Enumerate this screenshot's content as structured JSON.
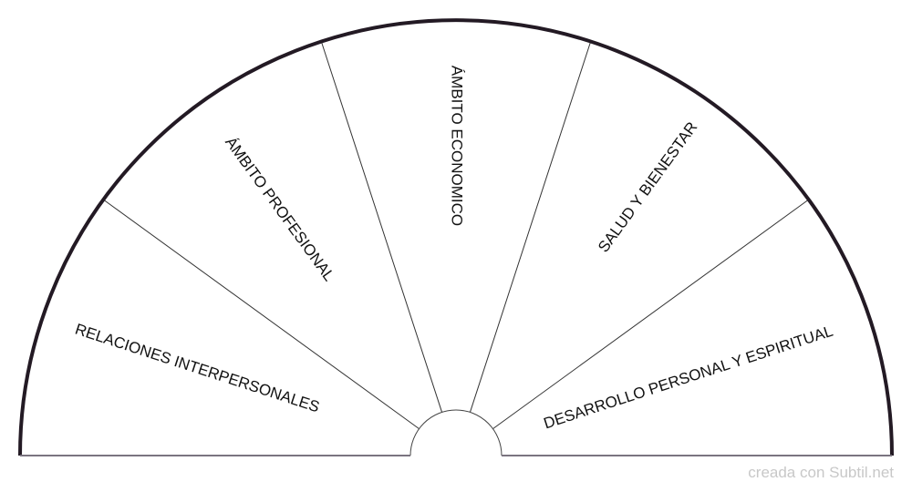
{
  "diagram": {
    "sectors": [
      {
        "label": "RELACIONES INTERPERSONALES"
      },
      {
        "label": "ÁMBITO PROFESIONAL"
      },
      {
        "label": "ÁMBITO ECONOMICO"
      },
      {
        "label": "SALUD Y BIENESTAR"
      },
      {
        "label": "DESARROLLO PERSONAL Y ESPIRITUAL"
      }
    ],
    "colors": {
      "outer_arc": "#231a24",
      "baseline": "#7a7480",
      "lines": "#333333"
    }
  },
  "watermark": "creada con Subtil.net"
}
